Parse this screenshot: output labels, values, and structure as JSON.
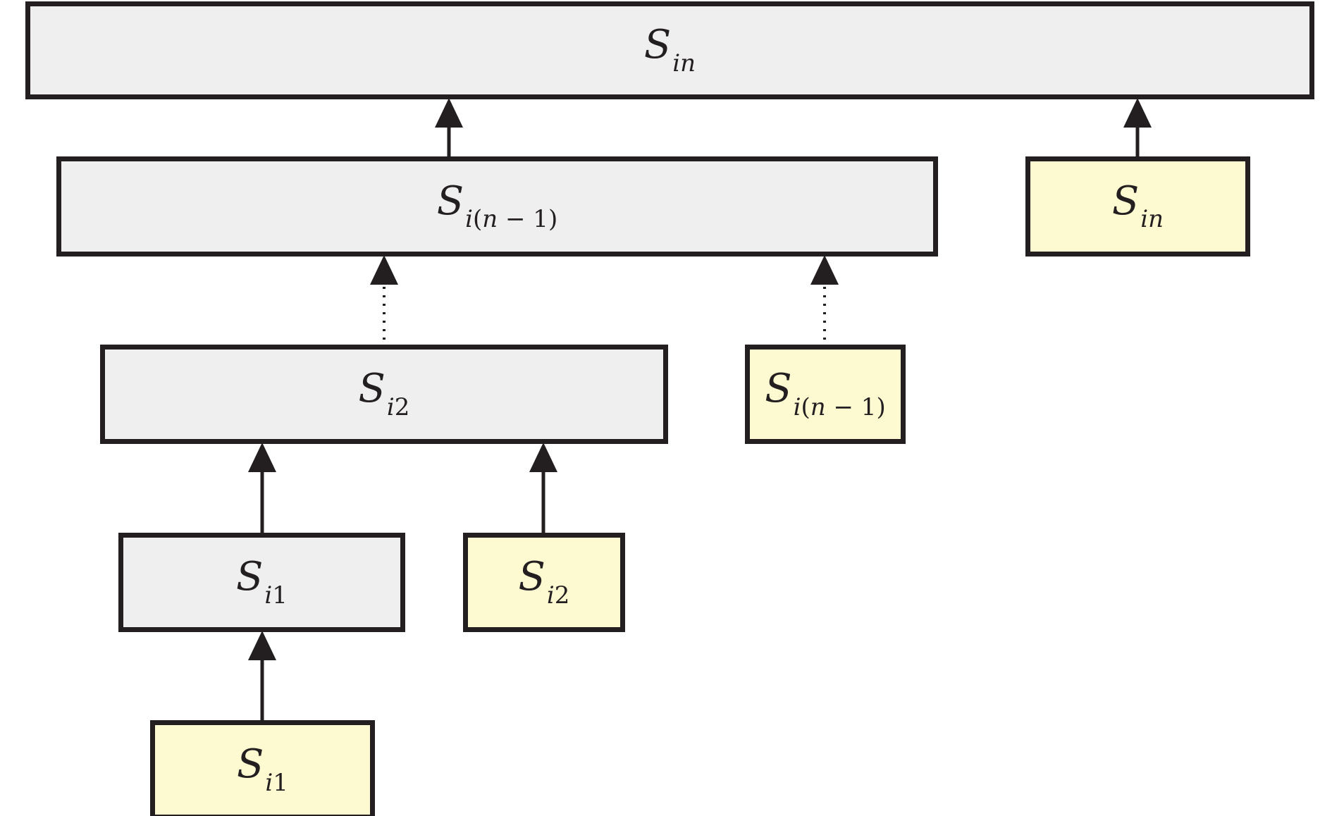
{
  "diagram": {
    "nodes": [
      {
        "id": "agg-n",
        "kind": "aggregate",
        "base": "S",
        "sub": [
          {
            "t": "i",
            "it": true
          },
          {
            "t": "n",
            "it": true
          }
        ]
      },
      {
        "id": "agg-n1",
        "kind": "aggregate",
        "base": "S",
        "sub": [
          {
            "t": "i",
            "it": true
          },
          {
            "t": "(",
            "it": false
          },
          {
            "t": "n",
            "it": true
          },
          {
            "t": " − 1)",
            "it": false
          }
        ]
      },
      {
        "id": "inp-n",
        "kind": "input",
        "base": "S",
        "sub": [
          {
            "t": "i",
            "it": true
          },
          {
            "t": "n",
            "it": true
          }
        ]
      },
      {
        "id": "agg-2",
        "kind": "aggregate",
        "base": "S",
        "sub": [
          {
            "t": "i",
            "it": true
          },
          {
            "t": "2",
            "it": false
          }
        ]
      },
      {
        "id": "inp-n1",
        "kind": "input",
        "base": "S",
        "sub": [
          {
            "t": "i",
            "it": true
          },
          {
            "t": "(",
            "it": false
          },
          {
            "t": "n",
            "it": true
          },
          {
            "t": " − 1)",
            "it": false
          }
        ]
      },
      {
        "id": "agg-1",
        "kind": "aggregate",
        "base": "S",
        "sub": [
          {
            "t": "i",
            "it": true
          },
          {
            "t": "1",
            "it": false
          }
        ]
      },
      {
        "id": "inp-2",
        "kind": "input",
        "base": "S",
        "sub": [
          {
            "t": "i",
            "it": true
          },
          {
            "t": "2",
            "it": false
          }
        ]
      },
      {
        "id": "inp-1",
        "kind": "input",
        "base": "S",
        "sub": [
          {
            "t": "i",
            "it": true
          },
          {
            "t": "1",
            "it": false
          }
        ]
      }
    ],
    "edges": [
      {
        "from": "agg-n1",
        "to": "agg-n",
        "style": "solid"
      },
      {
        "from": "inp-n",
        "to": "agg-n",
        "style": "solid"
      },
      {
        "from": "agg-2",
        "to": "agg-n1",
        "style": "dotted"
      },
      {
        "from": "inp-n1",
        "to": "agg-n1",
        "style": "dotted"
      },
      {
        "from": "agg-1",
        "to": "agg-2",
        "style": "solid"
      },
      {
        "from": "inp-2",
        "to": "agg-2",
        "style": "solid"
      },
      {
        "from": "inp-1",
        "to": "agg-1",
        "style": "solid"
      }
    ],
    "colors": {
      "aggregate_fill": "#efefef",
      "input_fill": "#fdf9d1",
      "stroke": "#231f20"
    }
  }
}
